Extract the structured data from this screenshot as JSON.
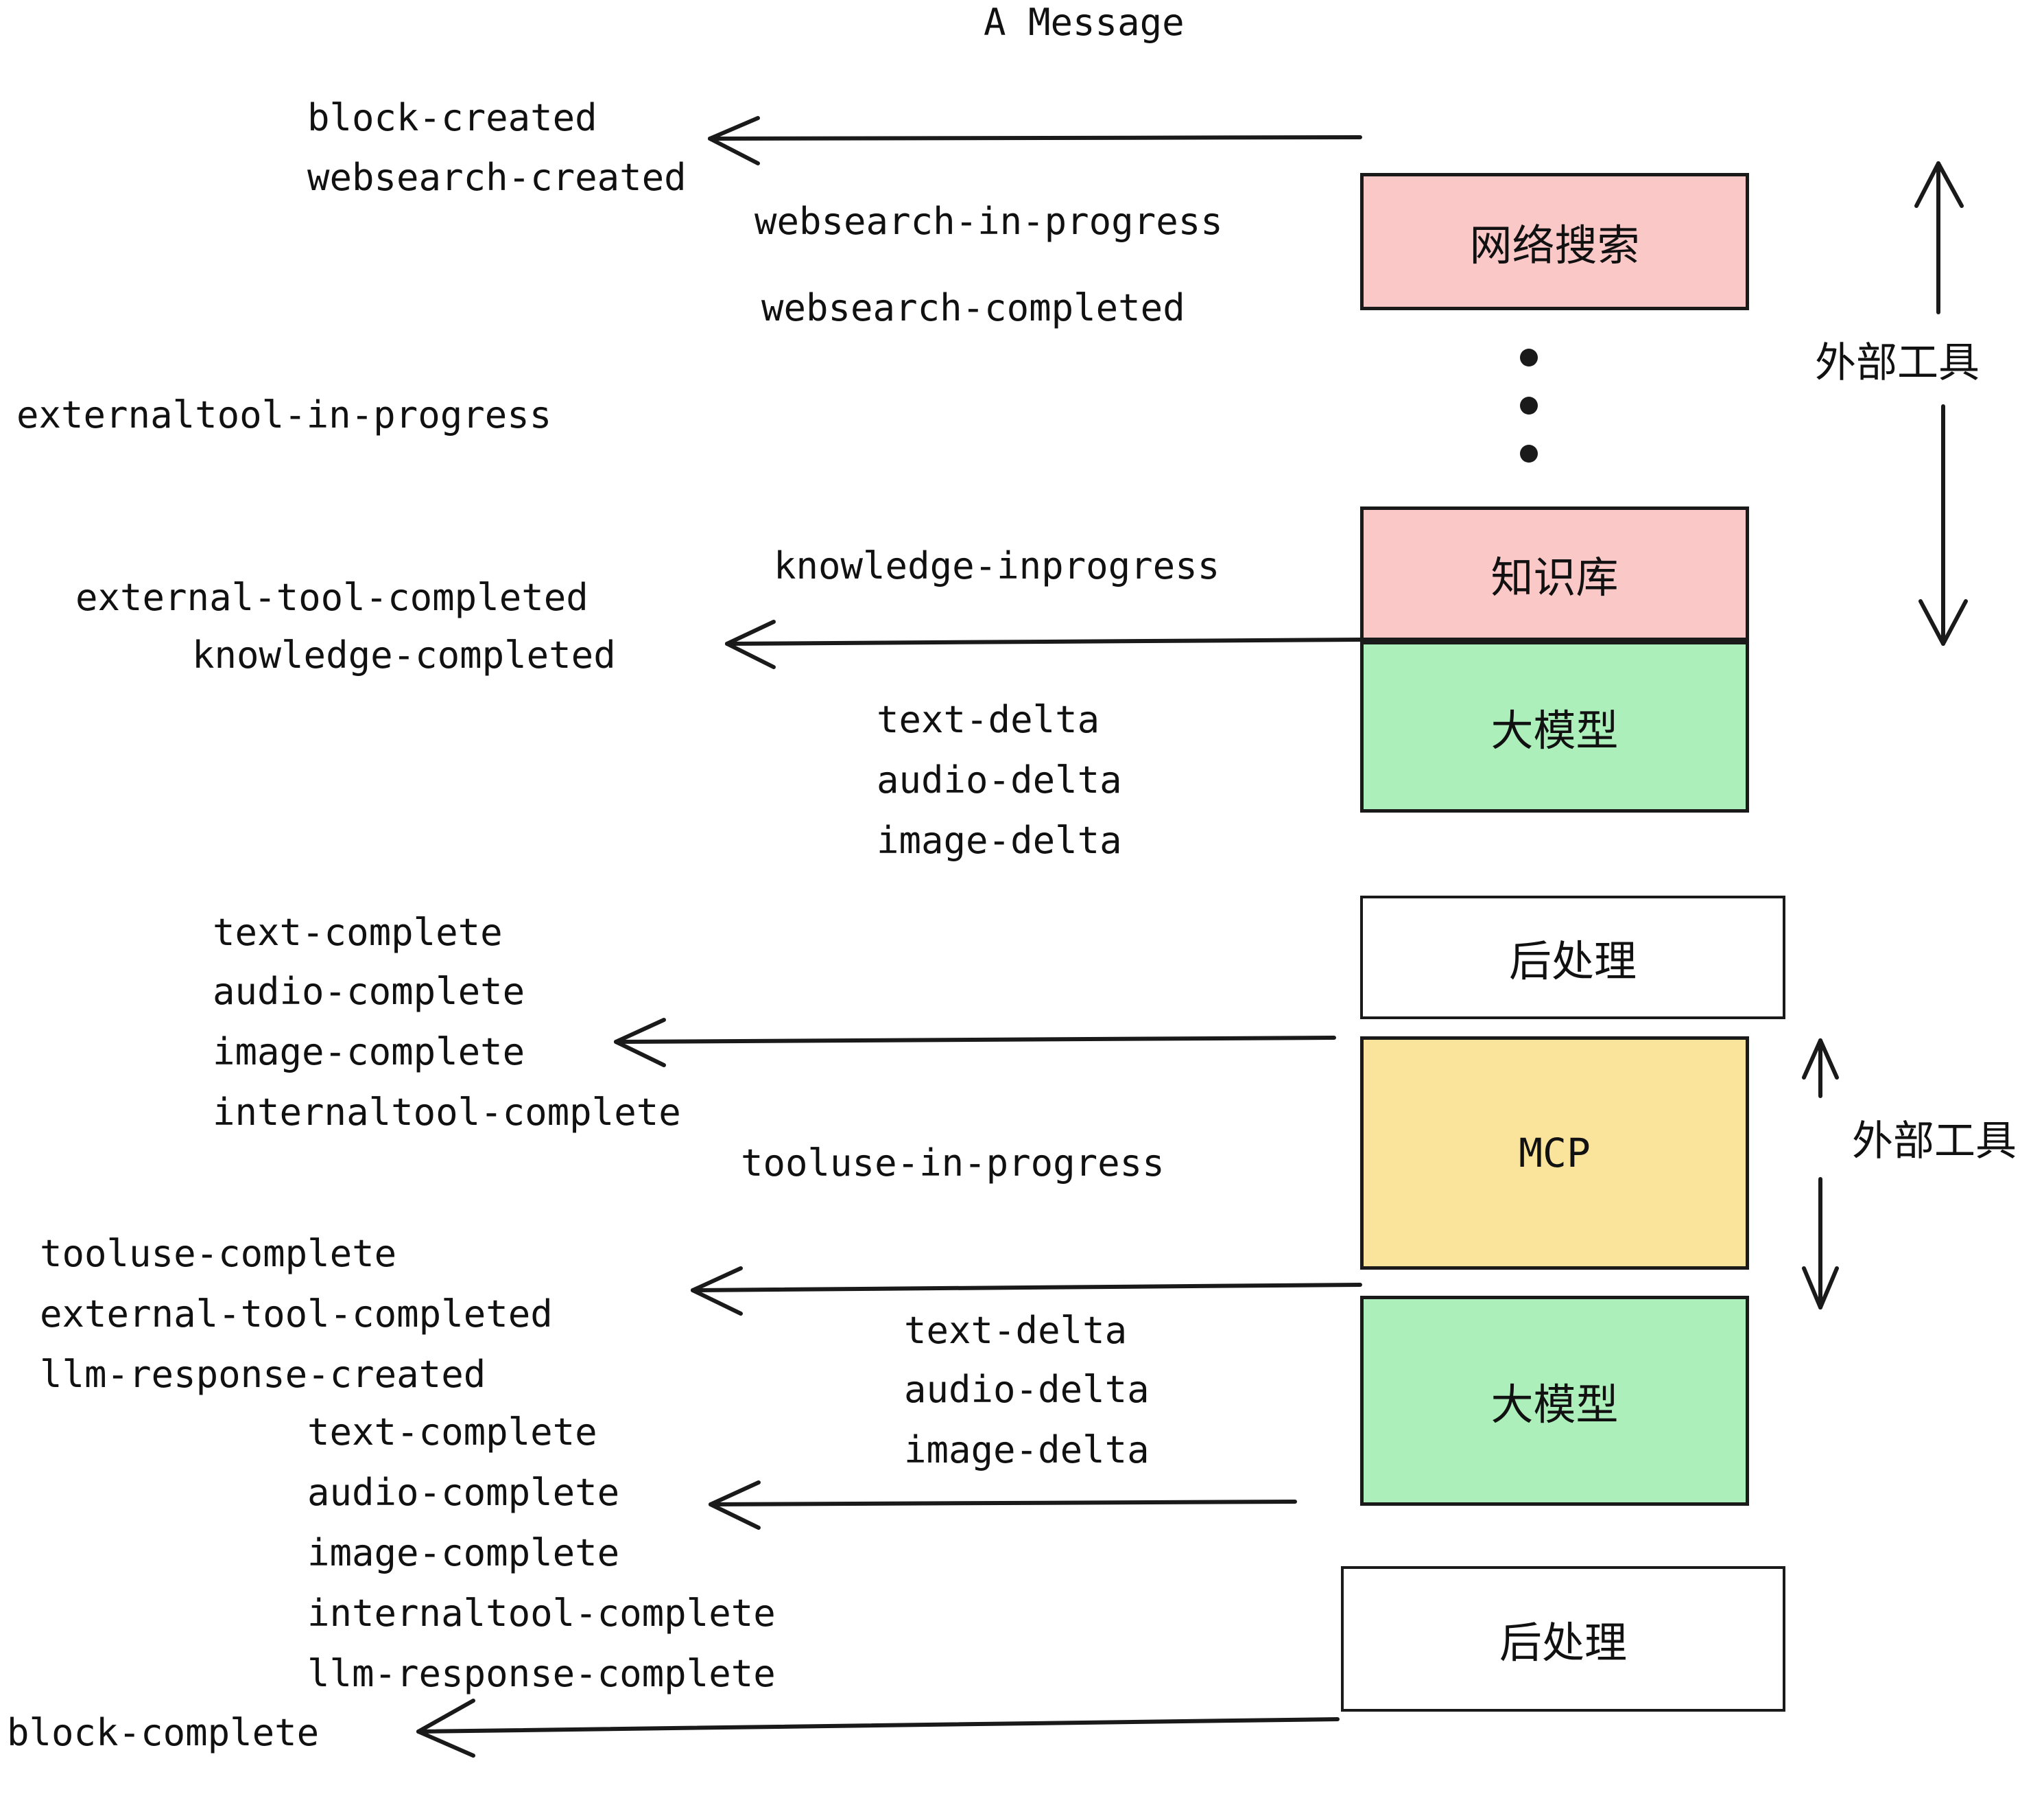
{
  "diagram": {
    "title": "A Message",
    "colors": {
      "pink": "#FBC8C8",
      "green": "#ADEFBB",
      "yellow": "#FAE39A",
      "white": "#FFFFFF",
      "stroke": "#1A1A1A",
      "text": "#111111",
      "background": "#FFFFFF"
    },
    "nodes": [
      {
        "id": "websearch",
        "label": "网络搜索",
        "fill": "pink"
      },
      {
        "id": "knowledge",
        "label": "知识库",
        "fill": "pink"
      },
      {
        "id": "llm-top",
        "label": "大模型",
        "fill": "green"
      },
      {
        "id": "post-top",
        "label": "后处理",
        "fill": "white"
      },
      {
        "id": "mcp",
        "label": "MCP",
        "fill": "yellow"
      },
      {
        "id": "llm-bottom",
        "label": "大模型",
        "fill": "green"
      },
      {
        "id": "post-bottom",
        "label": "后处理",
        "fill": "white"
      }
    ],
    "side_labels": [
      {
        "id": "external-tools-top",
        "label": "外部工具"
      },
      {
        "id": "external-tools-bottom",
        "label": "外部工具"
      }
    ],
    "events": {
      "block_created": "block-created",
      "websearch_created": "websearch-created",
      "websearch_in_progress": "websearch-in-progress",
      "websearch_completed": "websearch-completed",
      "externaltool_in_progress": "externaltool-in-progress",
      "knowledge_inprogress": "knowledge-inprogress",
      "external_tool_completed_1": "external-tool-completed",
      "knowledge_completed": "knowledge-completed",
      "text_delta_1": "text-delta",
      "audio_delta_1": "audio-delta",
      "image_delta_1": "image-delta",
      "text_complete_1": "text-complete",
      "audio_complete_1": "audio-complete",
      "image_complete_1": "image-complete",
      "internaltool_complete_1": "internaltool-complete",
      "tooluse_in_progress": "tooluse-in-progress",
      "tooluse_complete": "tooluse-complete",
      "external_tool_completed_2": "external-tool-completed",
      "llm_response_created": "llm-response-created",
      "text_complete_2": "text-complete",
      "audio_complete_2": "audio-complete",
      "image_complete_2": "image-complete",
      "internaltool_complete_2": "internaltool-complete",
      "llm_response_complete": "llm-response-complete",
      "text_delta_2": "text-delta",
      "audio_delta_2": "audio-delta",
      "image_delta_2": "image-delta",
      "block_complete": "block-complete"
    },
    "ellipsis_dots": 3
  }
}
